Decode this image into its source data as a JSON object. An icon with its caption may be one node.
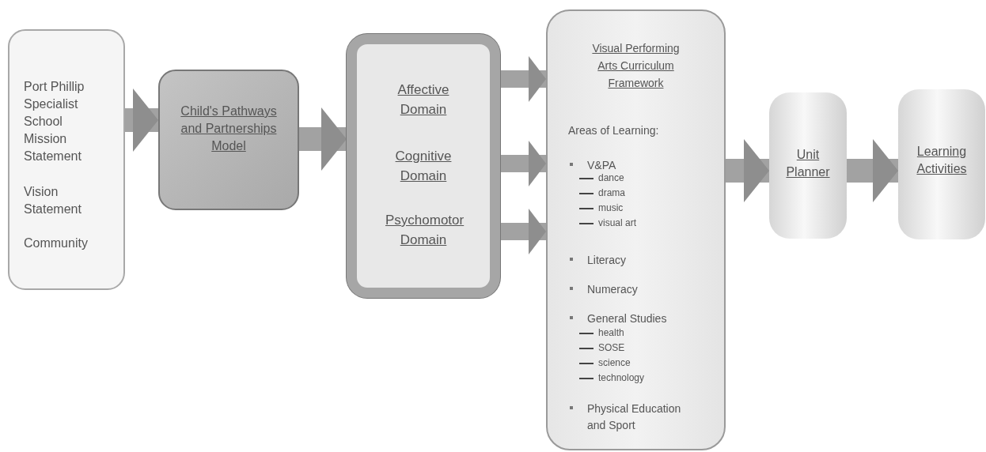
{
  "diagram": {
    "nodes": [
      {
        "text": [
          "Port Phillip Specialist School",
          "Mission Statement",
          "Vision Statement",
          "Community"
        ]
      },
      {
        "text": [
          "Child's Pathways and Partnerships Model"
        ]
      },
      {
        "text": [
          "Affective Domain",
          "Cognitive Domain",
          "Psychomotor Domain"
        ]
      },
      {
        "text": [
          "Visual Performing Arts Curriculum Framework",
          "Areas of Learning:",
          "V&PA",
          "dance",
          "drama",
          "music",
          "visual art",
          "Literacy",
          "Numeracy",
          "General Studies",
          "health",
          "SOSE",
          "science",
          "technology",
          "Physical Education and Sport"
        ]
      },
      {
        "text": [
          "Unit Planner"
        ]
      },
      {
        "text": [
          "Learning Activities"
        ]
      }
    ],
    "edges": [
      {
        "from": 0,
        "to": 1,
        "arrow": "to"
      },
      {
        "from": 1,
        "to": 2,
        "arrow": "to"
      },
      {
        "from": 2,
        "to": 3,
        "arrow": "to"
      },
      {
        "from": 2,
        "to": 3,
        "arrow": "to"
      },
      {
        "from": 2,
        "to": 3,
        "arrow": "to"
      },
      {
        "from": 3,
        "to": 4,
        "arrow": "to"
      },
      {
        "from": 4,
        "to": 5,
        "arrow": "to"
      }
    ]
  }
}
